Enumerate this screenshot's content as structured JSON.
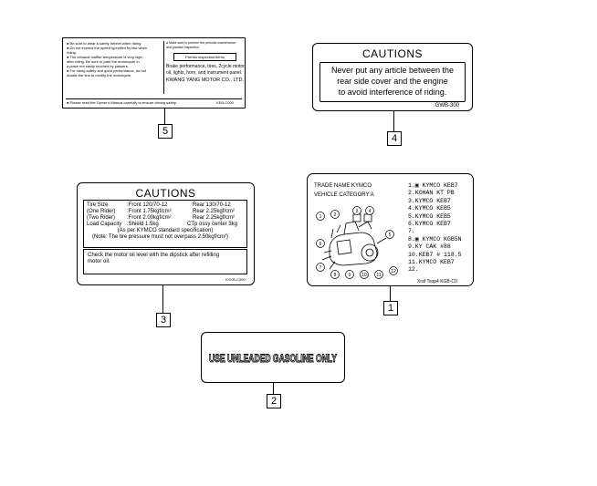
{
  "label5": {
    "left_lines": [
      "● Be sure to wear a safety helmet when riding.",
      "● Do not exceed the speed specified by law when",
      "   riding.",
      "● The exhaust muffler temperature is very high",
      "   after riding. Be sure to park the motorcycle in",
      "   a place not easily touched by passers.",
      "● For riding safety and good performance, do not",
      "   dictate the line to modify the motorcycle."
    ],
    "right_top_lines": [
      "● Make sure to perform the periodic maintenance",
      "   and practice inspection."
    ],
    "box_text": "Prerido inspection items",
    "right_bottom_lines": [
      "Brake performance, tires, 2cycle motor",
      "oil, lights, horn, and instrument panel."
    ],
    "company": "KWANG YANG MOTOR CO., LTD.",
    "footer": "● Please read the Owner's Manual carefully to ensure driving safety.",
    "code": "KEB-C000",
    "callout": "5"
  },
  "label4": {
    "title": "CAUTIONS",
    "lines": [
      "Never put any article between the",
      "rear side cover and the engine",
      "to avoid interference of riding."
    ],
    "code": ".GWB-300",
    "callout": "4"
  },
  "label3": {
    "title": "CAUTIONS",
    "rows": [
      {
        "k": "Tire Size",
        "v": ":Front 120/70-12",
        "r": "Rear 130/70-12"
      },
      {
        "k": "(One Rider)",
        "v": ":Front 1.75kgf/cm²",
        "r": "Rear 2.25kgf/cm²"
      },
      {
        "k": "(Two Rider)",
        "v": ":Front 2.00kgf/cm²",
        "r": "Rear 2.25kgf/cm²"
      },
      {
        "k": "Load Capacity",
        "v": ":Shield 1.5kg",
        "r": "CTp ossy center 3kg"
      }
    ],
    "note1": "(As per KYMCO standard specification)",
    "note2": "(Note: The tire pressure must not overpass 2.50kgf/cm²)",
    "lower_lines": [
      "Check the motor oil level with the dipstick after refilling",
      "motor oil."
    ],
    "code": "KYKB-C000",
    "callout": "3"
  },
  "label1": {
    "trade": "TRADE NAME:KYMCO",
    "vehicle": "VEHICLE CATEGORY:A",
    "list": [
      "1.▣ KYMCO KEB7",
      "2.KOHAN KT PB",
      "3.KYMCO KEB7",
      "4.KYMCO KEB5",
      "5.KYMCO KEB5",
      "6.KYMCO KEB7",
      "7.",
      "8.▣ KYMCO KGB5N",
      "9.KY CAK #88",
      "10.KEB7 # 118.5",
      "11.KYMCO KEB7",
      "12."
    ],
    "diagram_numbers": [
      "1",
      "2",
      "3",
      "4",
      "5",
      "6",
      "7",
      "8",
      "9",
      "10",
      "11",
      "12"
    ],
    "code": "Xraf Tsop4 KGB-C0",
    "callout": "1"
  },
  "label2": {
    "text": "USE UNLEADED GASOLINE ONLY",
    "callout": "2"
  }
}
